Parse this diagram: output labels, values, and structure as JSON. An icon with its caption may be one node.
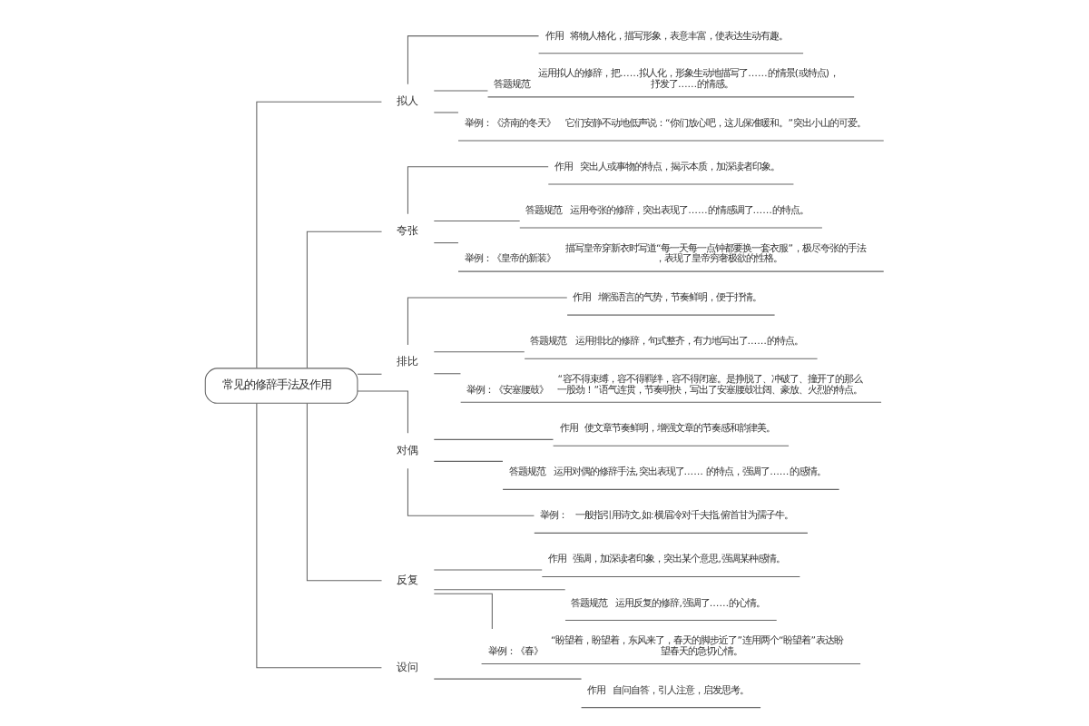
{
  "diagram": {
    "nodes": [
      {
        "text": [
          "常见的修辞手法及作用"
        ]
      },
      {
        "text": [
          "拟人"
        ]
      },
      {
        "text": [
          "作用",
          "将物人格化，描写形象，表意丰富，使表达生动有趣。"
        ]
      },
      {
        "text": [
          "答题规范",
          "运用拟人的修辞，把……拟人化，形象生动地描写了……的情景(或特点)，抒发了……的情感。"
        ]
      },
      {
        "text": [
          "举例：《济南的冬天》",
          "它们安静不动地低声说：“你们放心吧，这儿保准暖和。”突出小山的可爱。"
        ]
      },
      {
        "text": [
          "夸张"
        ]
      },
      {
        "text": [
          "作用",
          "突出人或事物的特点，揭示本质，加深读者印象。"
        ]
      },
      {
        "text": [
          "答题规范",
          "运用夸张的修辞，突出表现了……的情感调了……的特点。"
        ]
      },
      {
        "text": [
          "举例：《皇帝的新装》",
          "描写皇帝穿新衣时写道“每一天每一点钟都要换一套衣服”，极尽夸张的手法，表现了皇帝穷奢极欲的性格。"
        ]
      },
      {
        "text": [
          "排比"
        ]
      },
      {
        "text": [
          "作用",
          "增强语言的气势，节奏鲜明，便于抒情。"
        ]
      },
      {
        "text": [
          "答题规范",
          "运用排比的修辞，句式整齐，有力地写出了……的特点。"
        ]
      },
      {
        "text": [
          "举例：《安塞腰鼓》",
          "“容不得束缚，容不得羁绊，容不得闭塞。是挣脱了、冲破了、撞开了的那么一股劲！”语气连贯，节奏明快，写出了安塞腰鼓壮阔、豪放、火烈的特点。"
        ]
      },
      {
        "text": [
          "对偶"
        ]
      },
      {
        "text": [
          "作用",
          "使文章节奏鲜明，增强文章的节奏感和韵律美。"
        ]
      },
      {
        "text": [
          "答题规范",
          "运用对偶的修辞手法,突出表现了…… 的特点，强调了……的感情。"
        ]
      },
      {
        "text": [
          "举例：",
          "一般指引用诗文,如:横眉冷对千夫指,俯首甘为孺子牛。"
        ]
      },
      {
        "text": [
          "反复"
        ]
      },
      {
        "text": [
          "作用",
          "强调，加深读者印象，突出某个意思,强调某种感情。"
        ]
      },
      {
        "text": [
          "答题规范",
          "运用反复的修辞,强调了……的心情。"
        ]
      },
      {
        "text": [
          "举例：《春》",
          "“盼望着，盼望着，东风来了，春天的脚步近了”连用两个“盼望着”表达盼望春天的急切心情。"
        ]
      },
      {
        "text": [
          "设问"
        ]
      },
      {
        "text": [
          "作用",
          "自问自答，引人注意，启发思考。"
        ]
      }
    ],
    "edges": [
      {
        "from": 0,
        "to": 1,
        "arrow": "none"
      },
      {
        "from": 1,
        "to": 2,
        "arrow": "none"
      },
      {
        "from": 1,
        "to": 3,
        "arrow": "none"
      },
      {
        "from": 1,
        "to": 4,
        "arrow": "none"
      },
      {
        "from": 0,
        "to": 5,
        "arrow": "none"
      },
      {
        "from": 5,
        "to": 6,
        "arrow": "none"
      },
      {
        "from": 5,
        "to": 7,
        "arrow": "none"
      },
      {
        "from": 5,
        "to": 8,
        "arrow": "none"
      },
      {
        "from": 0,
        "to": 9,
        "arrow": "none"
      },
      {
        "from": 9,
        "to": 10,
        "arrow": "none"
      },
      {
        "from": 9,
        "to": 11,
        "arrow": "none"
      },
      {
        "from": 9,
        "to": 12,
        "arrow": "none"
      },
      {
        "from": 0,
        "to": 13,
        "arrow": "none"
      },
      {
        "from": 13,
        "to": 14,
        "arrow": "none"
      },
      {
        "from": 13,
        "to": 15,
        "arrow": "none"
      },
      {
        "from": 13,
        "to": 16,
        "arrow": "none"
      },
      {
        "from": 0,
        "to": 17,
        "arrow": "none"
      },
      {
        "from": 17,
        "to": 18,
        "arrow": "none"
      },
      {
        "from": 17,
        "to": 19,
        "arrow": "none"
      },
      {
        "from": 17,
        "to": 20,
        "arrow": "none"
      },
      {
        "from": 0,
        "to": 21,
        "arrow": "none"
      },
      {
        "from": 21,
        "to": 22,
        "arrow": "none"
      }
    ]
  }
}
